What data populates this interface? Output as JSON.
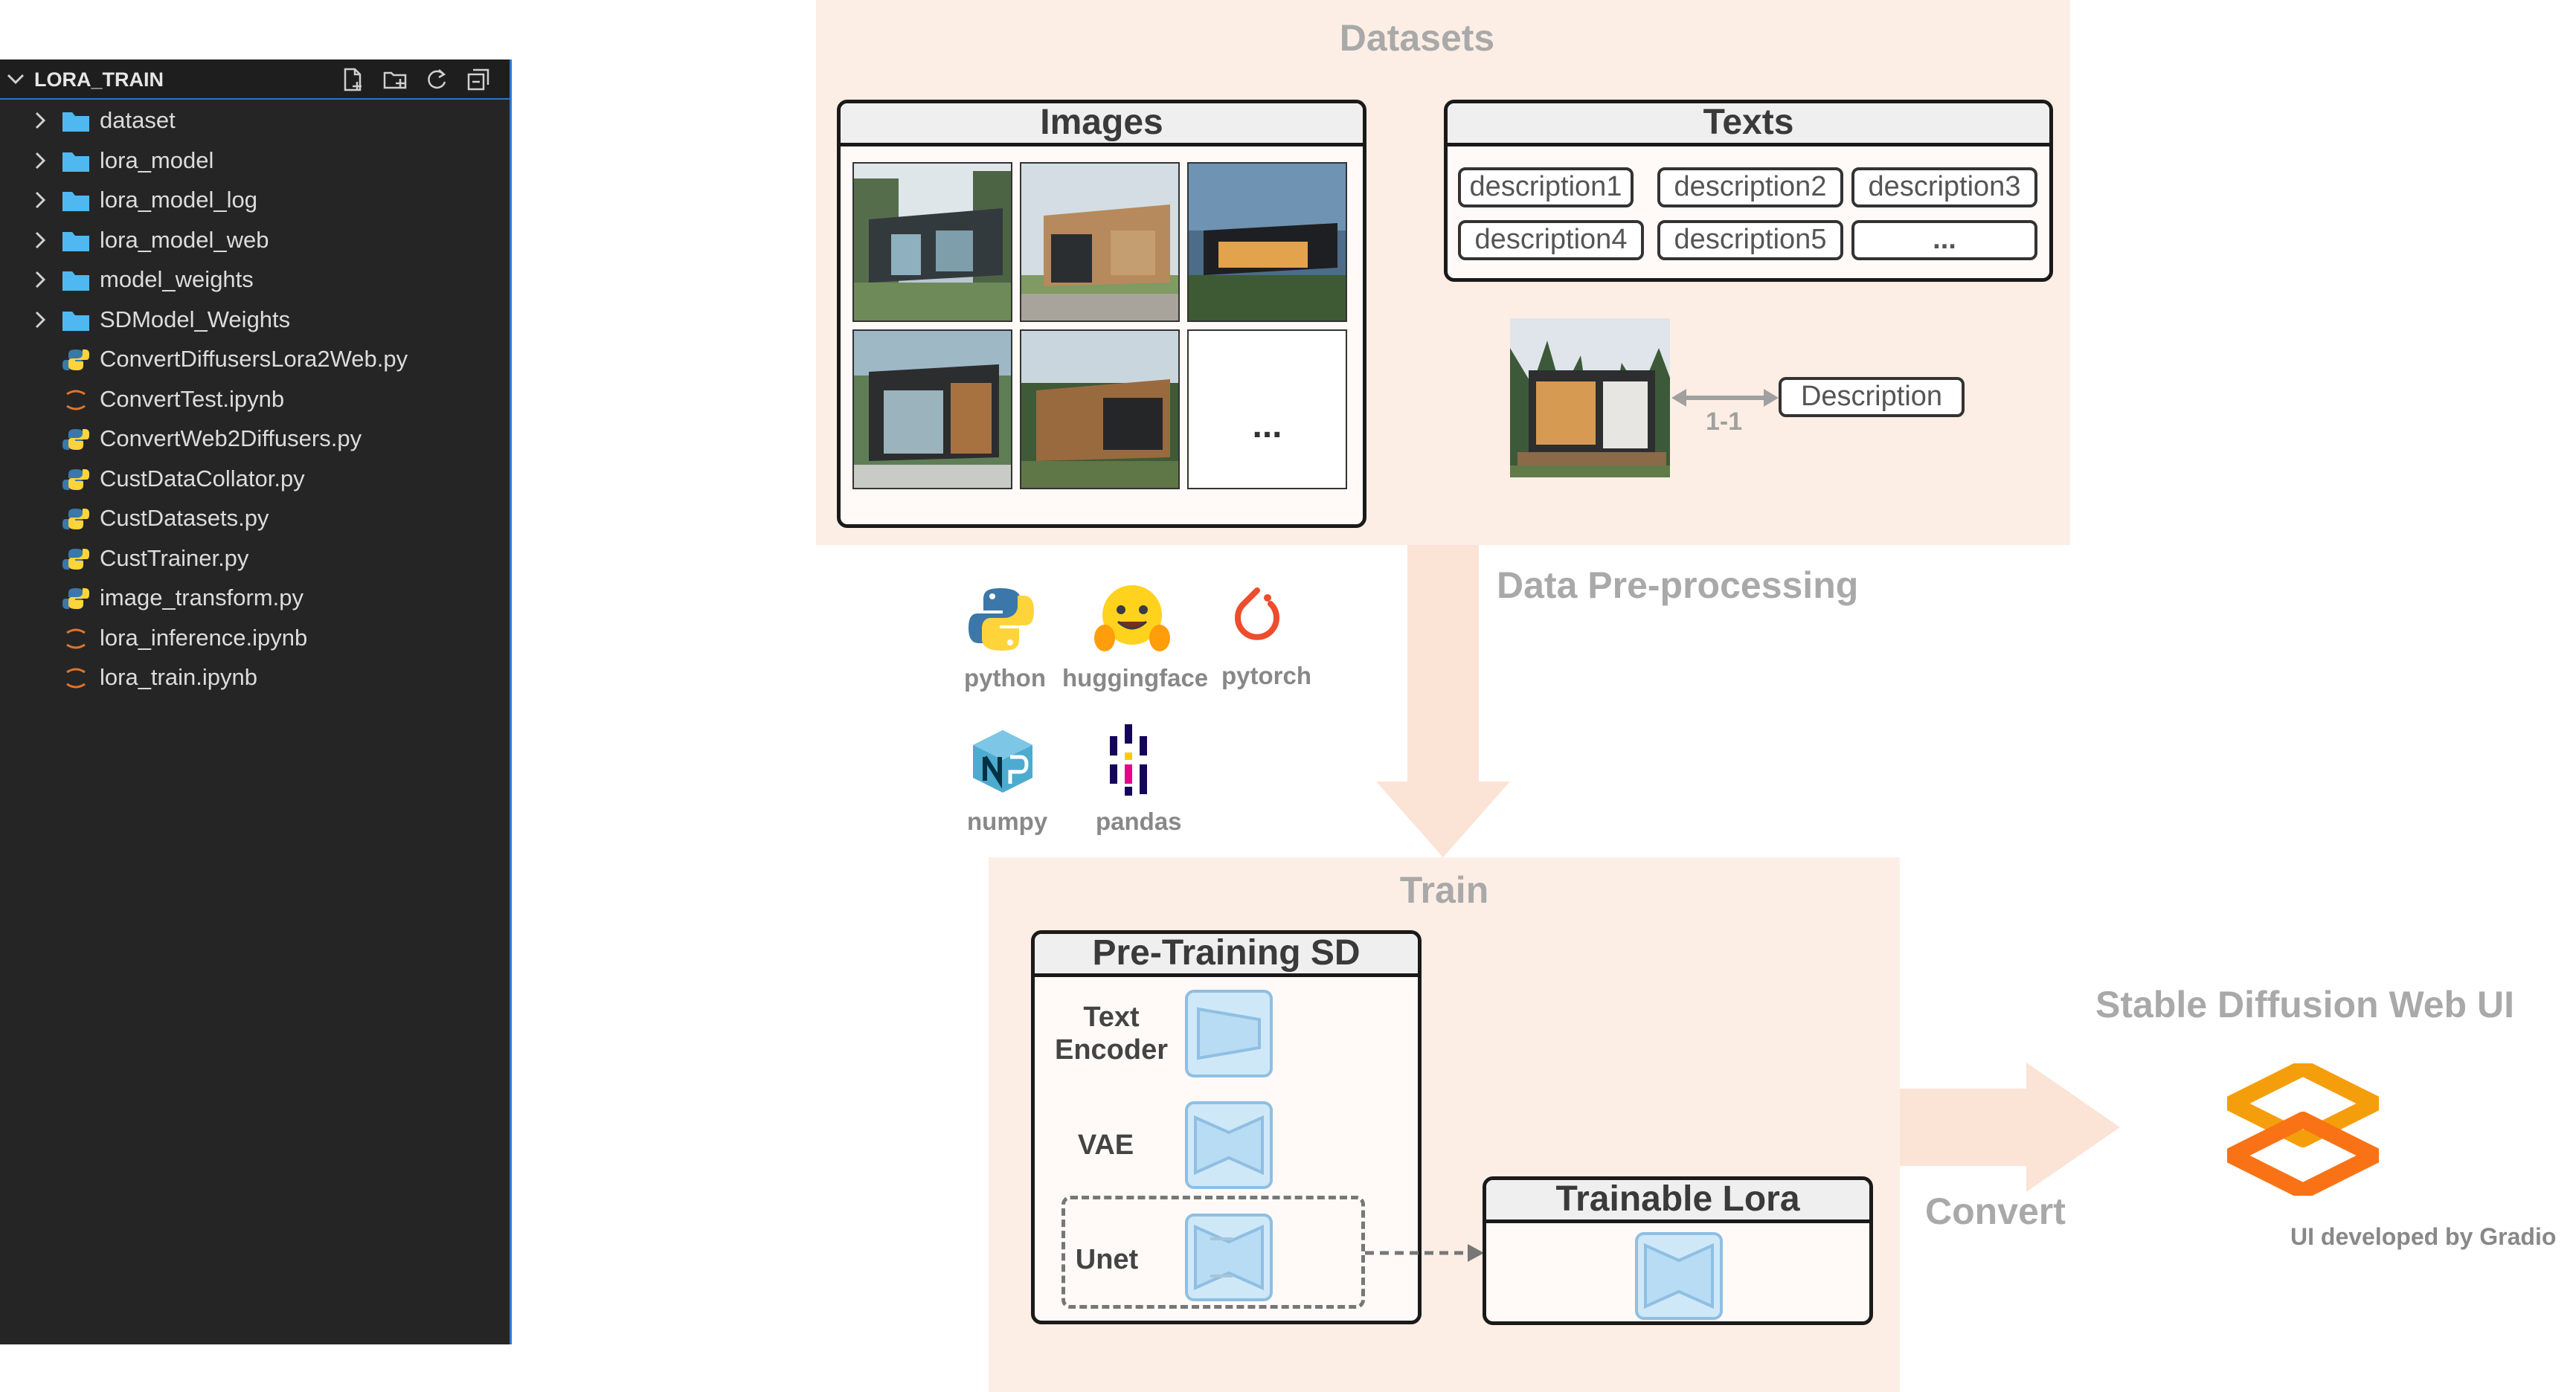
{
  "explorer": {
    "title": "LORA_TRAIN",
    "header_icons": [
      "new-file-icon",
      "new-folder-icon",
      "refresh-icon",
      "collapse-all-icon"
    ],
    "items": [
      {
        "label": "dataset",
        "type": "folder"
      },
      {
        "label": "lora_model",
        "type": "folder"
      },
      {
        "label": "lora_model_log",
        "type": "folder"
      },
      {
        "label": "lora_model_web",
        "type": "folder"
      },
      {
        "label": "model_weights",
        "type": "folder"
      },
      {
        "label": "SDModel_Weights",
        "type": "folder"
      },
      {
        "label": "ConvertDiffusersLora2Web.py",
        "type": "python"
      },
      {
        "label": "ConvertTest.ipynb",
        "type": "notebook"
      },
      {
        "label": "ConvertWeb2Diffusers.py",
        "type": "python"
      },
      {
        "label": "CustDataCollator.py",
        "type": "python"
      },
      {
        "label": "CustDatasets.py",
        "type": "python"
      },
      {
        "label": "CustTrainer.py",
        "type": "python"
      },
      {
        "label": "image_transform.py",
        "type": "python"
      },
      {
        "label": "lora_inference.ipynb",
        "type": "notebook"
      },
      {
        "label": "lora_train.ipynb",
        "type": "notebook"
      }
    ]
  },
  "diagram": {
    "datasets": {
      "title": "Datasets",
      "images_title": "Images",
      "images_more": "...",
      "texts_title": "Texts",
      "texts": [
        "description1",
        "description2",
        "description3",
        "description4",
        "description5",
        "..."
      ],
      "pair_label": "Description",
      "pair_ratio": "1-1"
    },
    "preprocessing": {
      "title": "Data Pre-processing",
      "libraries": [
        "python",
        "huggingface",
        "pytorch",
        "numpy",
        "pandas"
      ]
    },
    "train": {
      "title": "Train",
      "pretrain_title": "Pre-Training SD",
      "text_encoder": "Text\nEncoder",
      "vae": "VAE",
      "unet": "Unet",
      "lora_title": "Trainable Lora"
    },
    "convert": {
      "label": "Convert"
    },
    "webui": {
      "title": "Stable Diffusion Web UI",
      "credit": "UI developed by Gradio"
    },
    "colors": {
      "panel": "#fdeee5",
      "arrow": "#fbe3d6",
      "explorer_bg": "#252526",
      "explorer_accent": "#2b78d0",
      "folder": "#4fb8f0",
      "python_blue": "#3b77a8",
      "python_yellow": "#ffd43b",
      "notebook": "#e0742a",
      "block": "#cfe8f7"
    }
  }
}
